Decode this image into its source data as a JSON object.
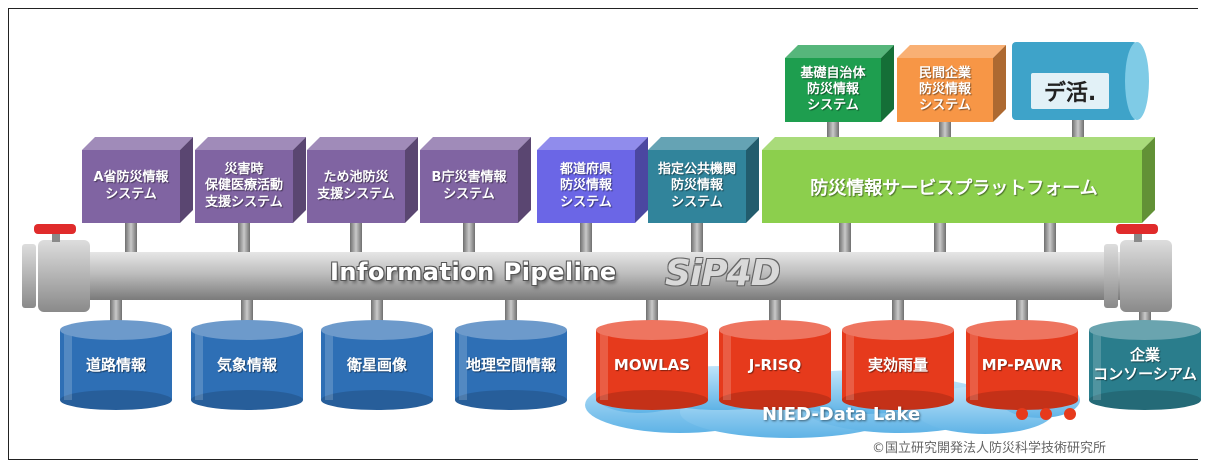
{
  "top_boxes": [
    {
      "label": "A省防災情報\nシステム",
      "color": "#8064a2"
    },
    {
      "label": "災害時\n保健医療活動\n支援システム",
      "color": "#8064a2"
    },
    {
      "label": "ため池防災\n支援システム",
      "color": "#8064a2"
    },
    {
      "label": "B庁災害情報\nシステム",
      "color": "#8064a2"
    },
    {
      "label": "都道府県\n防災情報\nシステム",
      "color": "#6b66e6"
    },
    {
      "label": "指定公共機関\n防災情報\nシステム",
      "color": "#31849b"
    }
  ],
  "upper_boxes": [
    {
      "label": "基礎自治体\n防災情報\nシステム",
      "color": "#1e9e4f"
    },
    {
      "label": "民間企業\n防災情報\nシステム",
      "color": "#f79646"
    }
  ],
  "platform": {
    "label": "防災情報サービスプラットフォーム",
    "color": "#8ccf4d"
  },
  "dejiten_label": "デ活.",
  "pipeline": {
    "title": "Information Pipeline",
    "logo": "SiP4D"
  },
  "tanks": [
    {
      "label": "道路情報",
      "color": "#2e6fb5"
    },
    {
      "label": "気象情報",
      "color": "#2e6fb5"
    },
    {
      "label": "衛星画像",
      "color": "#2e6fb5"
    },
    {
      "label": "地理空間情報",
      "color": "#2e6fb5"
    },
    {
      "label": "MOWLAS",
      "color": "#e63a1c"
    },
    {
      "label": "J-RISQ",
      "color": "#e63a1c"
    },
    {
      "label": "実効雨量",
      "color": "#e63a1c"
    },
    {
      "label": "MP-PAWR",
      "color": "#e63a1c"
    },
    {
      "label": "企業\nコンソーシアム",
      "color": "#2a7d8c"
    }
  ],
  "data_lake": {
    "label": "NIED-Data Lake"
  },
  "copyright": "©国立研究開発法人防災科学技術研究所"
}
